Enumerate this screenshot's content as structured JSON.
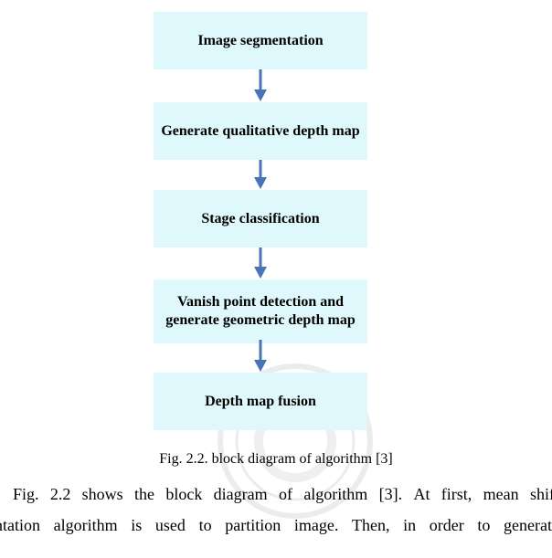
{
  "diagram": {
    "blocks": [
      {
        "id": "b1",
        "label": "Image segmentation"
      },
      {
        "id": "b2",
        "label": "Generate qualitative depth map"
      },
      {
        "id": "b3",
        "label": "Stage classification"
      },
      {
        "id": "b4",
        "label": "Vanish point detection and generate geometric depth map"
      },
      {
        "id": "b5",
        "label": "Depth map fusion"
      }
    ],
    "arrow_color": "#4a74b8",
    "block_fill": "#dff8fb"
  },
  "caption": "Fig. 2.2. block diagram of algorithm [3]",
  "paragraph": {
    "line1": [
      "Fig.",
      "2.2",
      "shows",
      "the",
      "block",
      "diagram",
      "of",
      "algorithm",
      "[3].",
      "At",
      "first,",
      "mean",
      "shift"
    ],
    "line2": [
      "mentation",
      "algorithm",
      "is",
      "used",
      "to",
      "partition",
      "image.",
      "Then,",
      "in",
      "order",
      "to",
      "generate"
    ]
  }
}
